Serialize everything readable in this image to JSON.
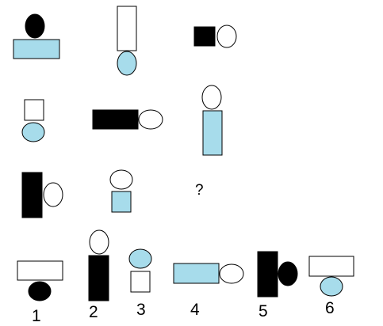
{
  "colors": {
    "black": "#000000",
    "light_blue": "#A7DCEB",
    "white": "#FFFFFF",
    "stroke": "#000000"
  },
  "puzzle": {
    "missing_marker": "?",
    "option_labels": [
      "1",
      "2",
      "3",
      "4",
      "5",
      "6"
    ]
  }
}
